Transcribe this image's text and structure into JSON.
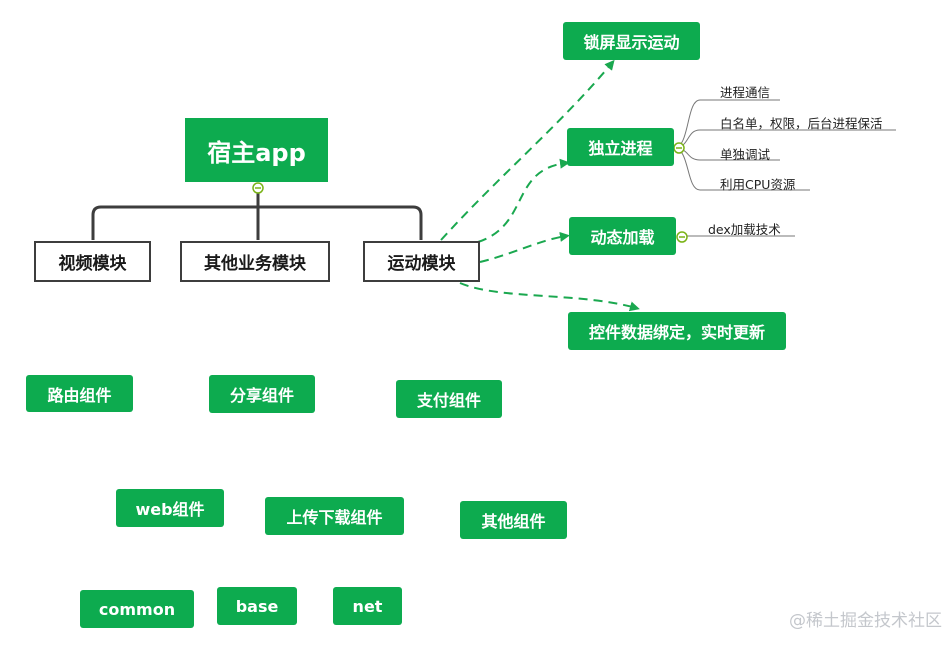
{
  "root": {
    "label": "宿主app"
  },
  "modules": [
    {
      "label": "视频模块"
    },
    {
      "label": "其他业务模块"
    },
    {
      "label": "运动模块"
    }
  ],
  "sport_branches": [
    {
      "label": "锁屏显示运动"
    },
    {
      "label": "独立进程"
    },
    {
      "label": "动态加载"
    },
    {
      "label": "控件数据绑定，实时更新"
    }
  ],
  "process_notes": [
    "进程通信",
    "白名单，权限，后台进程保活",
    "单独调试",
    "利用CPU资源"
  ],
  "dynamic_notes": [
    "dex加载技术"
  ],
  "components": [
    {
      "label": "路由组件"
    },
    {
      "label": "分享组件"
    },
    {
      "label": "支付组件"
    },
    {
      "label": "web组件"
    },
    {
      "label": "上传下载组件"
    },
    {
      "label": "其他组件"
    },
    {
      "label": "common"
    },
    {
      "label": "base"
    },
    {
      "label": "net"
    }
  ],
  "watermark": "@稀土掘金技术社区",
  "colors": {
    "accent": "#0dab4f",
    "line": "#3d3d3d",
    "dashed": "#1aa84f"
  }
}
